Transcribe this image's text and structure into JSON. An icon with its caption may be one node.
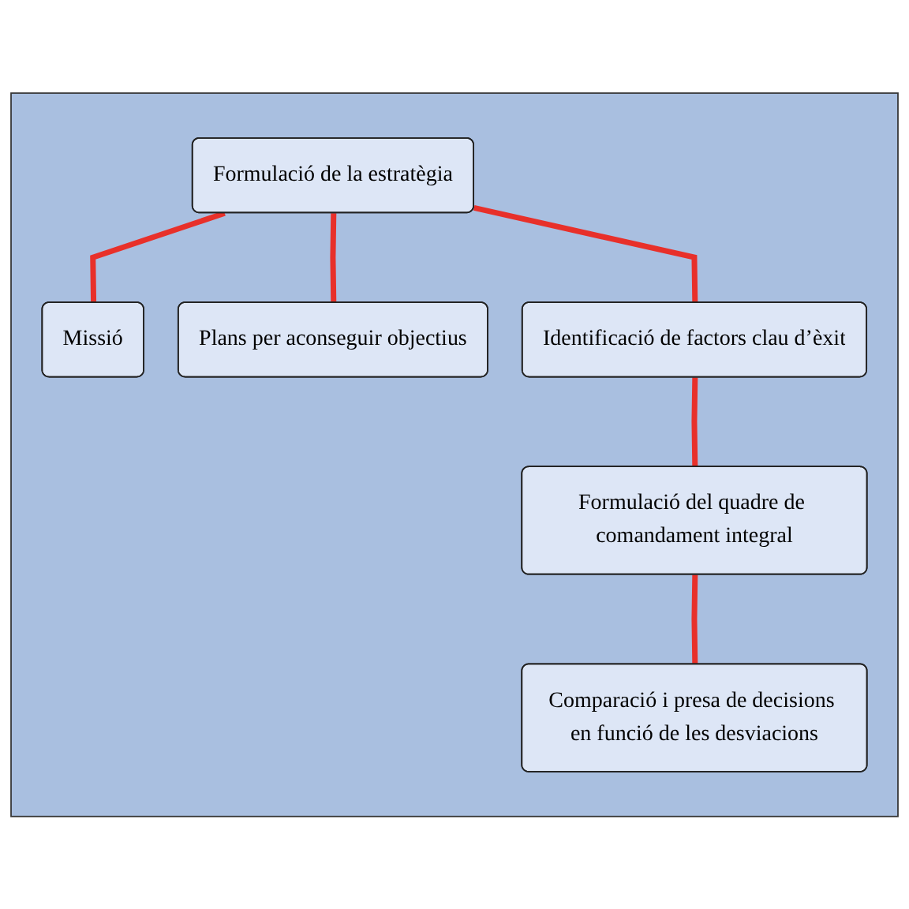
{
  "diagram": {
    "nodes": [
      {
        "text": [],
        "shape": "box"
      },
      {
        "text": [
          "Formulació de la estratègia"
        ],
        "in": 0
      },
      {
        "text": [
          "Missió"
        ],
        "in": 0
      },
      {
        "text": [
          "Plans per aconseguir objectius"
        ],
        "in": 0
      },
      {
        "text": [
          "Identificació de factors clau d’èxit"
        ],
        "in": 0
      },
      {
        "text": [
          "Formulació del quadre de comandament integral"
        ],
        "in": 0
      },
      {
        "text": [
          "Comparació i presa de decisions en funció de les desviacions"
        ],
        "in": 0
      }
    ],
    "edges": [
      {
        "from": 1,
        "to": 2,
        "arrow": "none"
      },
      {
        "from": 1,
        "to": 3,
        "arrow": "none"
      },
      {
        "from": 1,
        "to": 4,
        "arrow": "none"
      },
      {
        "from": 4,
        "to": 5,
        "arrow": "none"
      },
      {
        "from": 5,
        "to": 6,
        "arrow": "none"
      }
    ]
  }
}
